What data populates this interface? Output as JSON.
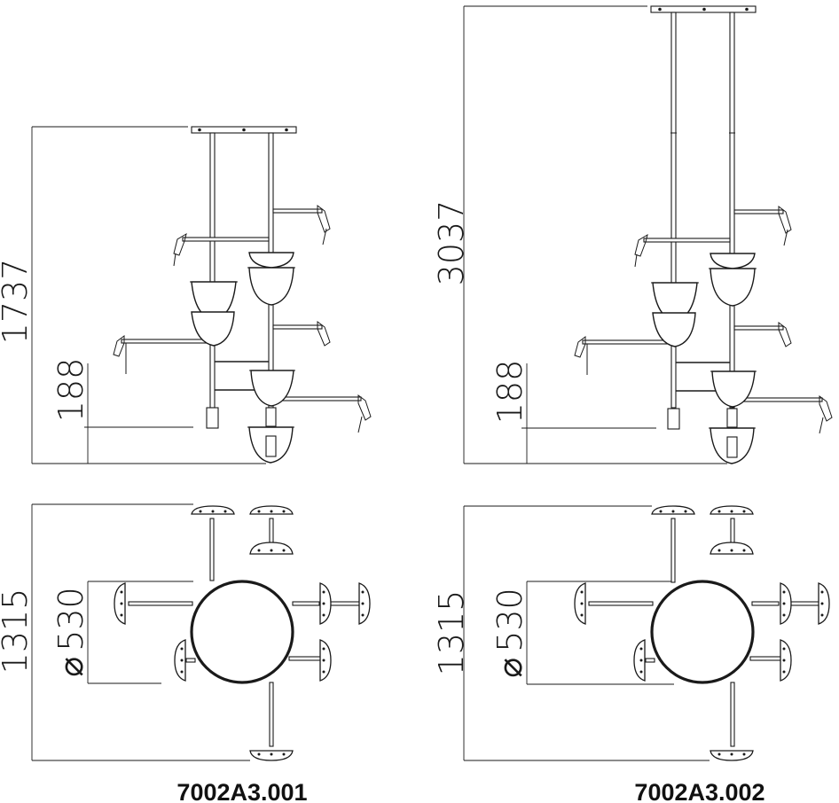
{
  "drawings": [
    {
      "code": "7002A3.001",
      "height_dim": "1737",
      "lamp_drop_dim": "188",
      "plan_dim": "1315",
      "diameter_dim": "530"
    },
    {
      "code": "7002A3.002",
      "height_dim": "3037",
      "lamp_drop_dim": "188",
      "plan_dim": "1315",
      "diameter_dim": "530"
    }
  ],
  "diameter_symbol": "⌀"
}
